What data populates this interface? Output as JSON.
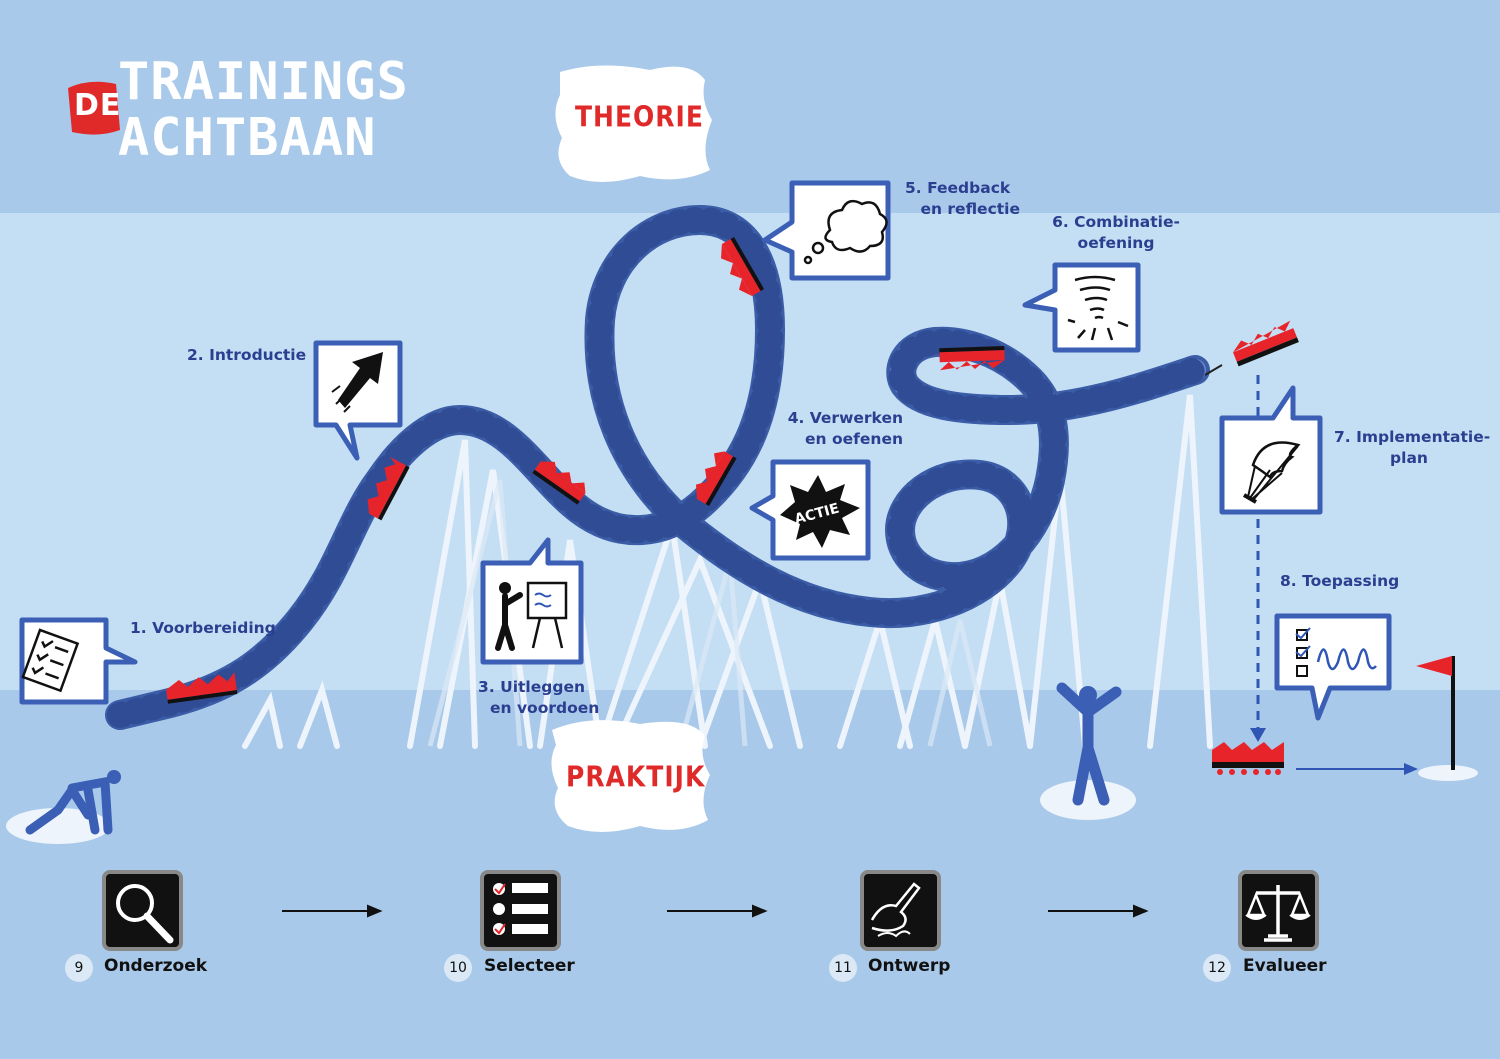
{
  "logo": {
    "prefix": "DE",
    "line1": "TRAININGS",
    "line2": "ACHTBAAN"
  },
  "zones": {
    "theory": "THEORIE",
    "practice": "PRAKTIJK"
  },
  "badges": {
    "action": "ACTIE"
  },
  "steps": [
    {
      "label": "1. Voorbereiding"
    },
    {
      "label": "2. Introductie"
    },
    {
      "line1": "3. Uitleggen",
      "line2": "en voordoen"
    },
    {
      "line1": "4. Verwerken",
      "line2": "en oefenen"
    },
    {
      "line1": "5. Feedback",
      "line2": "en reflectie"
    },
    {
      "line1": "6. Combinatie-",
      "line2": "oefening"
    },
    {
      "line1": "7. Implementatie-",
      "line2": "plan"
    },
    {
      "label": "8. Toepassing"
    }
  ],
  "phases": [
    {
      "number": "9",
      "label": "Onderzoek",
      "icon": "magnifier-icon"
    },
    {
      "number": "10",
      "label": "Selecteer",
      "icon": "checklist-icon"
    },
    {
      "number": "11",
      "label": "Ontwerp",
      "icon": "writing-hand-icon"
    },
    {
      "number": "12",
      "label": "Evalueer",
      "icon": "scales-icon"
    }
  ],
  "colors": {
    "track": "#5b7cc4",
    "track_dark": "#3d5ea6",
    "cart": "#e8242b",
    "label_text": "#2a3f8f",
    "support": "#eef4fb"
  }
}
